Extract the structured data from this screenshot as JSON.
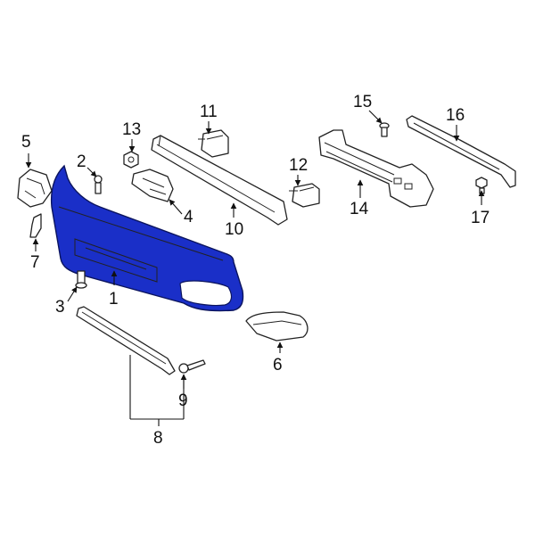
{
  "diagram": {
    "highlight_color": "#1a2fc8",
    "callouts": [
      "1",
      "2",
      "3",
      "4",
      "5",
      "6",
      "7",
      "8",
      "9",
      "10",
      "11",
      "12",
      "13",
      "14",
      "15",
      "16",
      "17"
    ]
  }
}
